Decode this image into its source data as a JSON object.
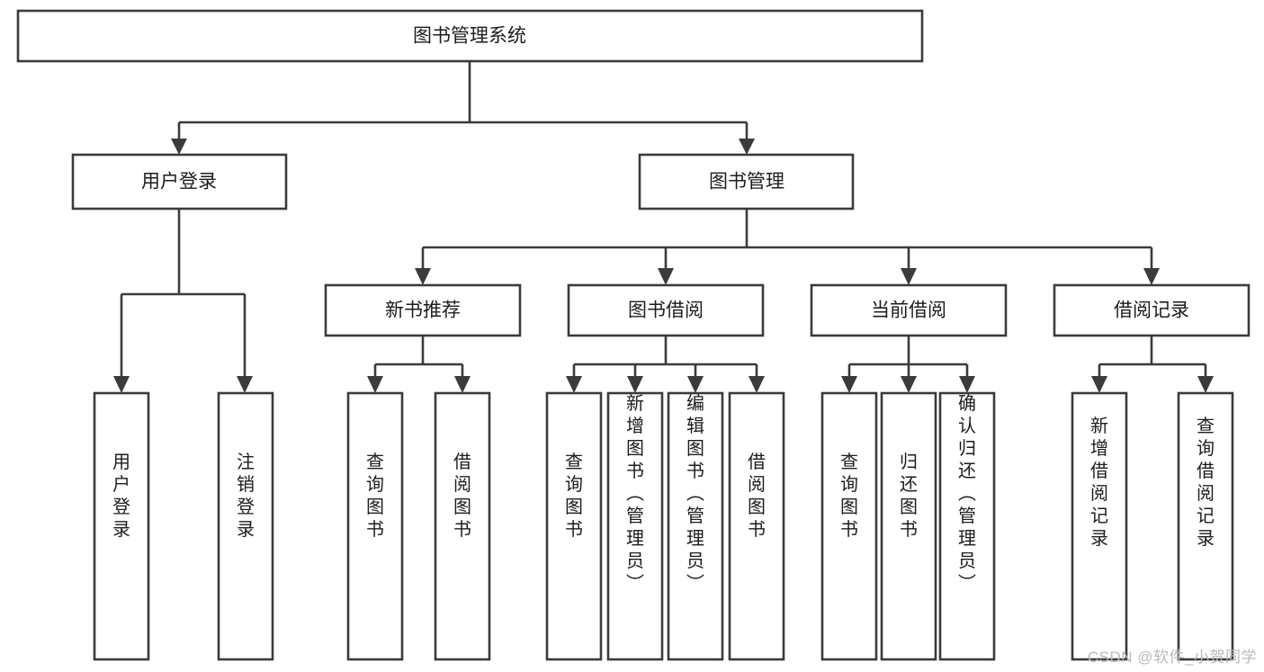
{
  "diagram": {
    "kind": "tree-flowchart",
    "title": "图书管理系统",
    "watermark": "CSDN @软件_小贺同学",
    "colors": {
      "background": "#ffffff",
      "box_fill": "#ffffff",
      "box_stroke": "#3b3b3b",
      "text": "#1c1c1c",
      "watermark": "#b9b9b9"
    },
    "root": {
      "label": "图书管理系统"
    },
    "level1": [
      {
        "label": "用户登录"
      },
      {
        "label": "图书管理"
      }
    ],
    "level2": [
      {
        "label": "新书推荐"
      },
      {
        "label": "图书借阅"
      },
      {
        "label": "当前借阅"
      },
      {
        "label": "借阅记录"
      }
    ],
    "leaves": {
      "user_login": [
        {
          "label": "用户登录"
        },
        {
          "label": "注销登录"
        }
      ],
      "new_book_recommend": [
        {
          "label": "查询图书"
        },
        {
          "label": "借阅图书"
        }
      ],
      "book_borrow": [
        {
          "label": "查询图书"
        },
        {
          "label": "新增图书（管理员）"
        },
        {
          "label": "编辑图书（管理员）"
        },
        {
          "label": "借阅图书"
        }
      ],
      "current_borrow": [
        {
          "label": "查询图书"
        },
        {
          "label": "归还图书"
        },
        {
          "label": "确认归还（管理员）"
        }
      ],
      "borrow_record": [
        {
          "label": "新增借阅记录"
        },
        {
          "label": "查询借阅记录"
        }
      ]
    }
  }
}
